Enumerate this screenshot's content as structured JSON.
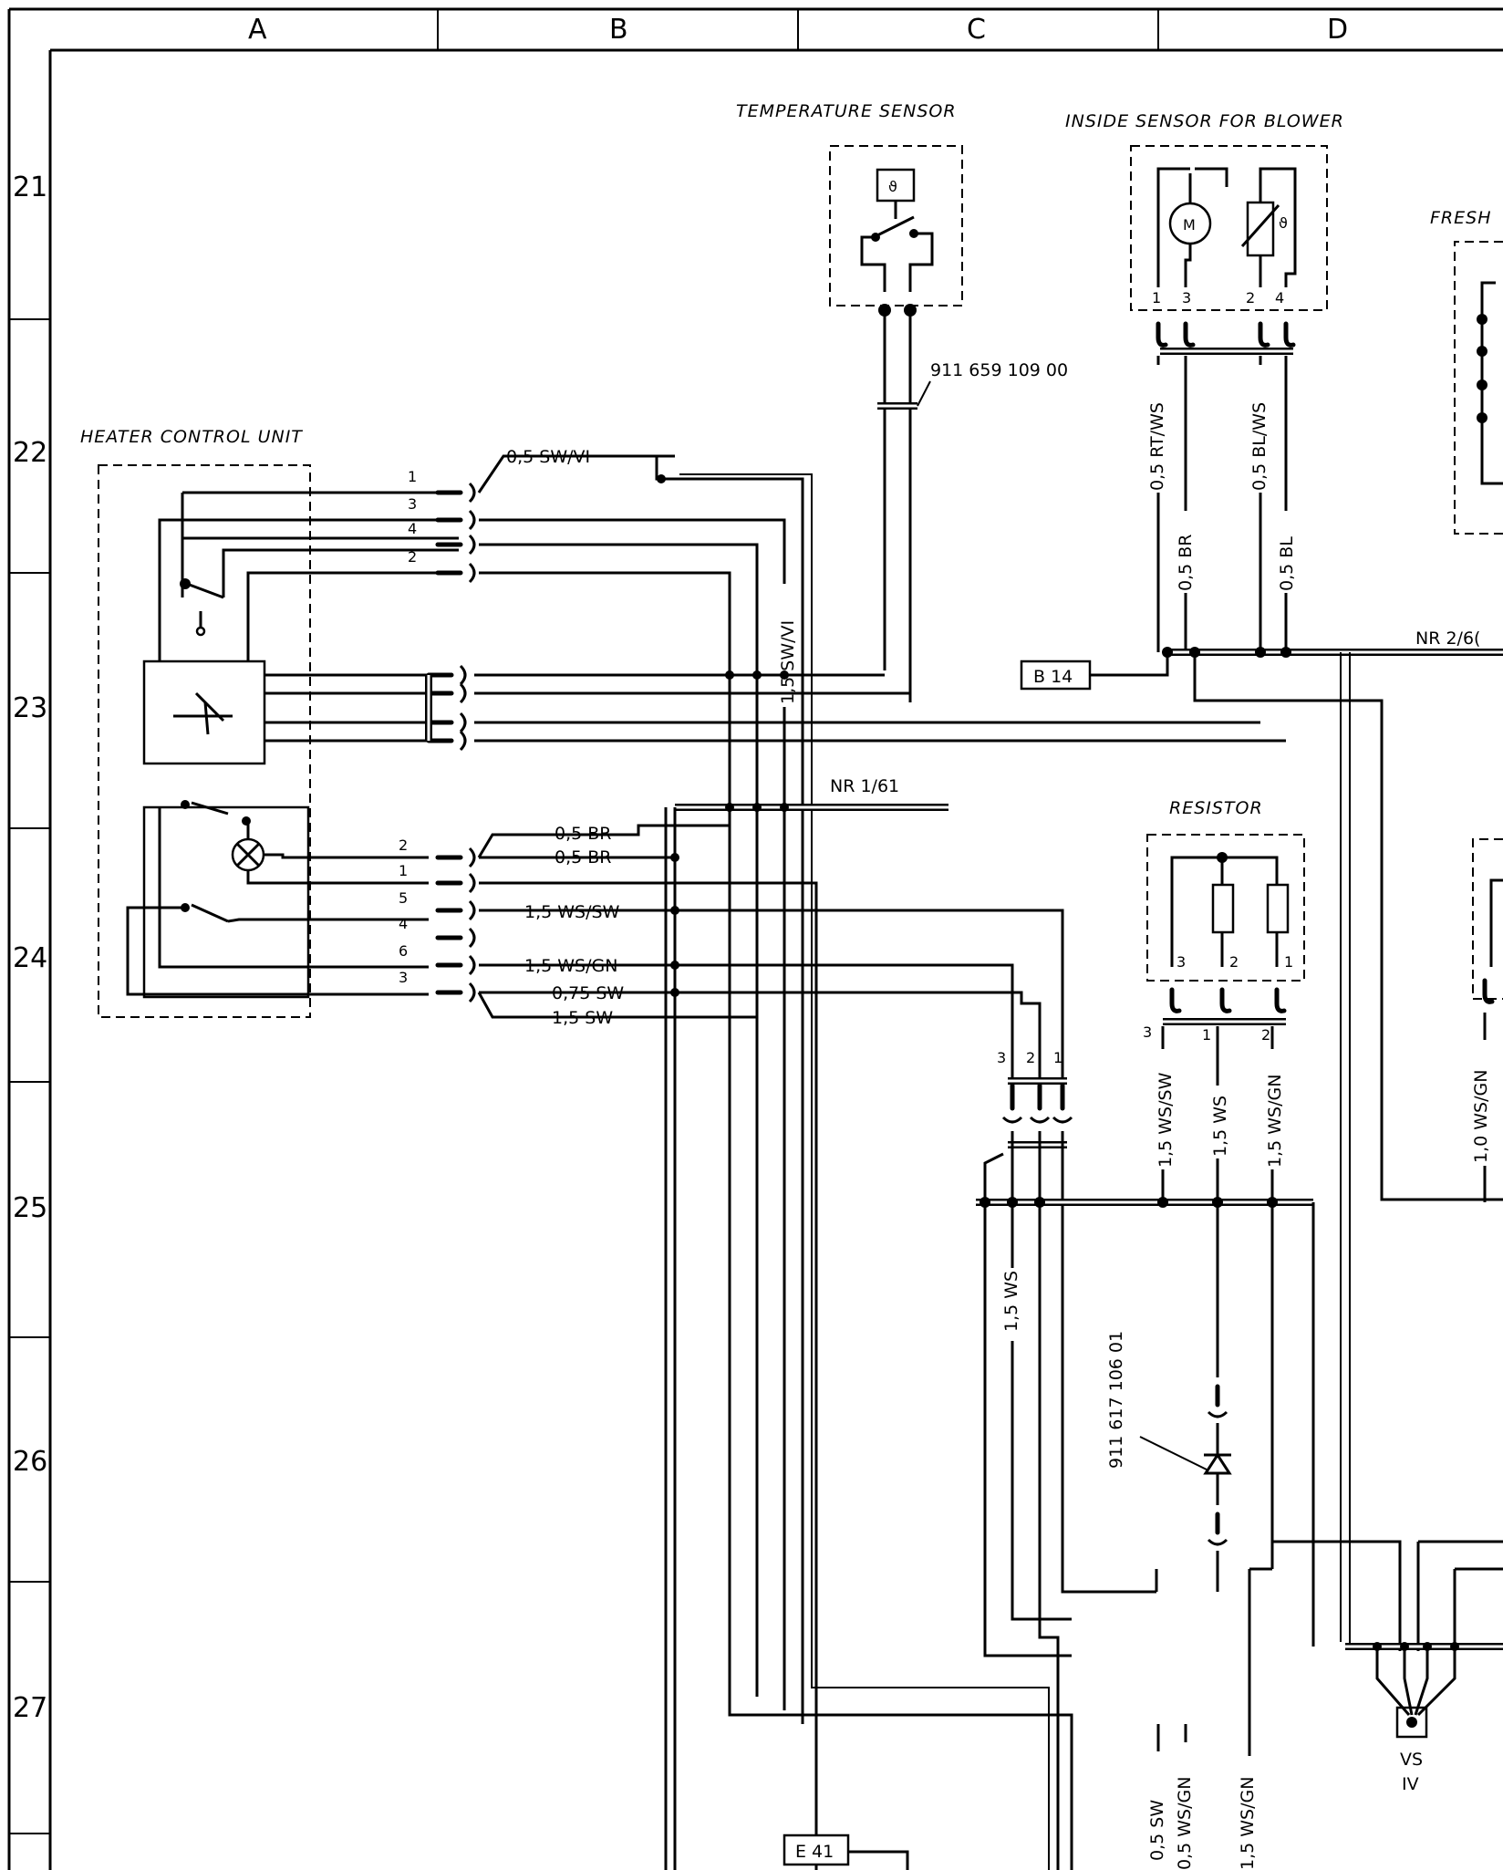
{
  "grid": {
    "columns": [
      "A",
      "B",
      "C",
      "D"
    ],
    "rows": [
      "21",
      "22",
      "23",
      "24",
      "25",
      "26",
      "27"
    ]
  },
  "components": {
    "temperature_sensor": "TEMPERATURE SENSOR",
    "inside_sensor_for_blower": "INSIDE SENSOR FOR BLOWER",
    "heater_control_unit": "HEATER CONTROL UNIT",
    "resistor": "RESISTOR",
    "fresh_partial": "FRESH"
  },
  "part_numbers": {
    "temp_sensor_lead": "911 659 109 00",
    "diode_lead": "911 617 106 01"
  },
  "tags": {
    "b14": "B 14",
    "e41": "E 41",
    "nr_1_61": "NR 1/61",
    "nr_2_60": "NR 2/6(",
    "vs": "VS",
    "vs_sub": "IV"
  },
  "wire_labels": {
    "sw_vi_05": "0,5 SW/VI",
    "sw_vi_15": "1,5 SW/VI",
    "rt_ws": "0,5 RT/WS",
    "br_05_vert": "0,5 BR",
    "bl_ws": "0,5 BL/WS",
    "bl_05": "0,5 BL",
    "br_a": "0,5 BR",
    "br_b": "0,5 BR",
    "ws_sw": "1,5 WS/SW",
    "ws_gn": "1,5 WS/GN",
    "sw_075": "0,75 SW",
    "sw_15": "1,5 SW",
    "res_ws_sw": "1,5 WS/SW",
    "res_ws": "1,5 WS",
    "res_ws_gn": "1,5 WS/GN",
    "right_ws_gn": "1,0 WS/GN",
    "ws_15": "1,5 WS",
    "bot_sw": "0,5 SW",
    "bot_ws_gn": "0,5 WS/GN",
    "bot_ws_gn2": "1,5 WS/GN"
  },
  "pins": {
    "hcu_top": [
      "1",
      "3",
      "4",
      "2"
    ],
    "hcu_bottom": [
      "2",
      "1",
      "5",
      "4",
      "6",
      "3"
    ],
    "blower_pins": [
      "1",
      "3",
      "2",
      "4"
    ],
    "resistor_pins": [
      "3",
      "2",
      "1"
    ],
    "resistor_conn": [
      "3",
      "1",
      "2"
    ],
    "conn3": [
      "3",
      "2",
      "1"
    ]
  },
  "symbols": {
    "motor": "M",
    "theta_a": "ϑ",
    "theta_b": "ϑ"
  }
}
